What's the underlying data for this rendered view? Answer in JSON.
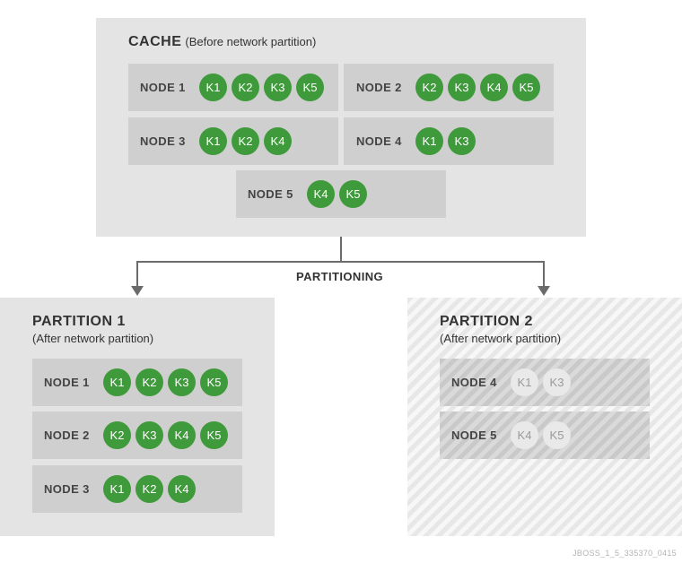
{
  "cache": {
    "title": "CACHE",
    "subtitle": "(Before network partition)",
    "nodes": [
      {
        "label": "NODE 1",
        "keys": [
          "K1",
          "K2",
          "K3",
          "K5"
        ]
      },
      {
        "label": "NODE 2",
        "keys": [
          "K2",
          "K3",
          "K4",
          "K5"
        ]
      },
      {
        "label": "NODE 3",
        "keys": [
          "K1",
          "K2",
          "K4"
        ]
      },
      {
        "label": "NODE 4",
        "keys": [
          "K1",
          "K3"
        ]
      },
      {
        "label": "NODE 5",
        "keys": [
          "K4",
          "K5"
        ]
      }
    ]
  },
  "partitioning_label": "PARTITIONING",
  "partition1": {
    "title": "PARTITION 1",
    "subtitle": "(After network partition)",
    "nodes": [
      {
        "label": "NODE 1",
        "keys": [
          "K1",
          "K2",
          "K3",
          "K5"
        ]
      },
      {
        "label": "NODE 2",
        "keys": [
          "K2",
          "K3",
          "K4",
          "K5"
        ]
      },
      {
        "label": "NODE 3",
        "keys": [
          "K1",
          "K2",
          "K4"
        ]
      }
    ]
  },
  "partition2": {
    "title": "PARTITION 2",
    "subtitle": "(After network partition)",
    "nodes": [
      {
        "label": "NODE 4",
        "keys": [
          "K1",
          "K3"
        ]
      },
      {
        "label": "NODE 5",
        "keys": [
          "K4",
          "K5"
        ]
      }
    ]
  },
  "footer_id": "JBOSS_1_5_335370_0415",
  "colors": {
    "key_active": "#3e9a3a",
    "key_inactive": "#e9e9e9",
    "panel": "#e4e4e4",
    "node": "#cfcfcf"
  }
}
